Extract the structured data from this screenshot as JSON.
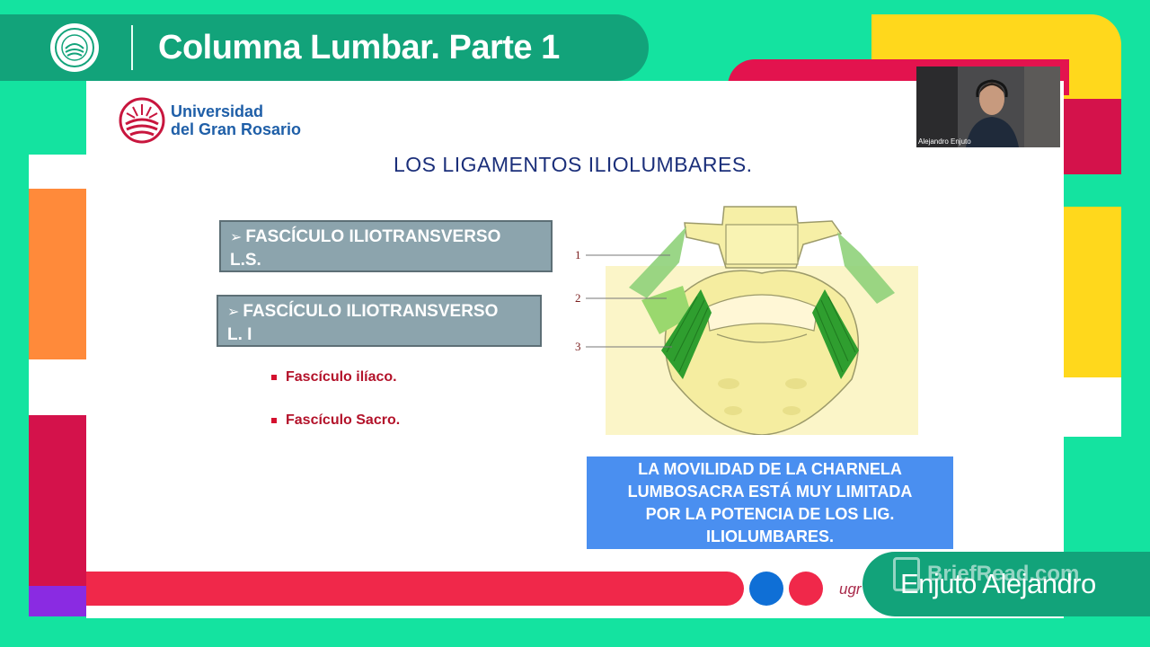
{
  "video_title": "Columna Lumbar. Parte 1",
  "university": {
    "name_line1": "Universidad",
    "name_line2": "del Gran Rosario"
  },
  "slide": {
    "heading": "LOS LIGAMENTOS ILIOLUMBARES.",
    "boxes": [
      {
        "line1": "FASCÍCULO ILIOTRANSVERSO",
        "line2": "L.S."
      },
      {
        "line1": "FASCÍCULO ILIOTRANSVERSO",
        "line2": "L. I"
      }
    ],
    "bullets": [
      "Fascículo ilíaco.",
      "Fascículo Sacro."
    ],
    "figure_labels": [
      "1",
      "2",
      "3"
    ],
    "note_lines": [
      "LA MOVILIDAD DE LA CHARNELA",
      "LUMBOSACRA ESTÁ MUY LIMITADA",
      "POR LA POTENCIA DE LOS LIG.",
      "ILIOLUMBARES."
    ]
  },
  "webcam": {
    "participant_name": "Alejandro Enjuto"
  },
  "footer": {
    "text": "ugr"
  },
  "presenter_badge": {
    "name": "Enjuto Alejandro"
  },
  "watermark": {
    "text": "BriefRead.com"
  },
  "colors": {
    "green_bg": "#14e3a0",
    "title_bar": "#12a37a",
    "accent_red": "#f0284a",
    "accent_blue": "#4a8ff0",
    "accent_yellow": "#ffd81c"
  }
}
